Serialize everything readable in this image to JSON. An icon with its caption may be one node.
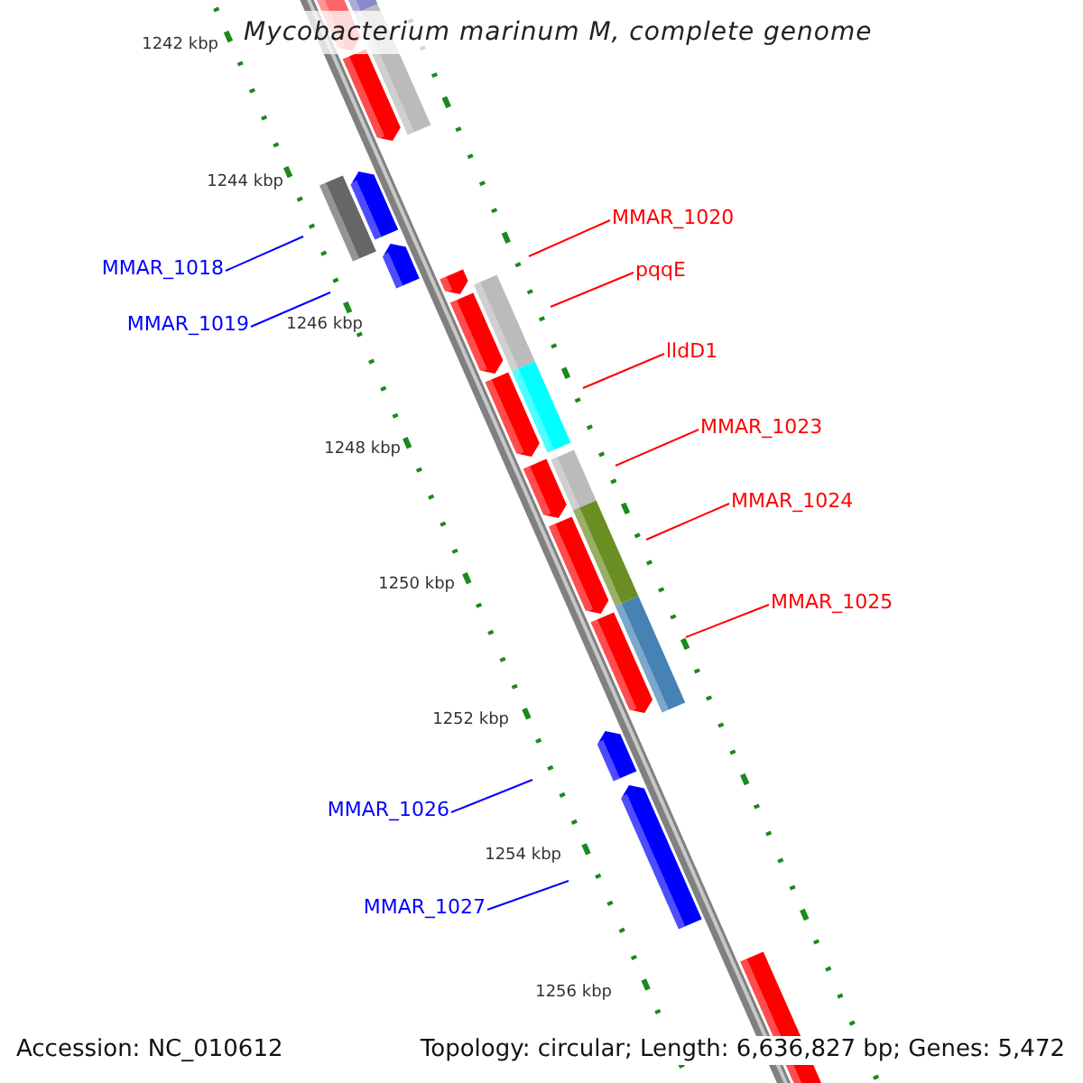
{
  "diagram": {
    "title": "Mycobacterium marinum M, complete genome",
    "nodes": [
      {
        "text": [
          "MMAR_1020"
        ]
      },
      {
        "text": [
          "MMAR_1018"
        ]
      },
      {
        "text": [
          "pqqE"
        ]
      },
      {
        "text": [
          "MMAR_1019"
        ]
      },
      {
        "text": [
          "lldD1"
        ]
      },
      {
        "text": [
          "MMAR_1023"
        ]
      },
      {
        "text": [
          "MMAR_1024"
        ]
      },
      {
        "text": [
          "MMAR_1025"
        ]
      },
      {
        "text": [
          "MMAR_1026"
        ]
      },
      {
        "text": [
          "MMAR_1027"
        ]
      }
    ],
    "edges": [
      {
        "from": 0,
        "to": null,
        "arrow": "none",
        "color": "#ff0000"
      },
      {
        "from": 1,
        "to": null,
        "arrow": "none",
        "color": "#0000ff"
      },
      {
        "from": 2,
        "to": null,
        "arrow": "none",
        "color": "#ff0000"
      },
      {
        "from": 3,
        "to": null,
        "arrow": "none",
        "color": "#0000ff"
      },
      {
        "from": 4,
        "to": null,
        "arrow": "none",
        "color": "#ff0000"
      },
      {
        "from": 5,
        "to": null,
        "arrow": "none",
        "color": "#ff0000"
      },
      {
        "from": 6,
        "to": null,
        "arrow": "none",
        "color": "#ff0000"
      },
      {
        "from": 7,
        "to": null,
        "arrow": "none",
        "color": "#ff0000"
      },
      {
        "from": 8,
        "to": null,
        "arrow": "none",
        "color": "#0000ff"
      },
      {
        "from": 9,
        "to": null,
        "arrow": "none",
        "color": "#0000ff"
      }
    ],
    "labels": [
      "1242 kbp",
      "1244 kbp",
      "1246 kbp",
      "1248 kbp",
      "1250 kbp",
      "1252 kbp",
      "1254 kbp",
      "1256 kbp",
      "Accession: NC_010612",
      "Topology: circular; Length: 6,636,827 bp; Genes: 5,472"
    ]
  }
}
